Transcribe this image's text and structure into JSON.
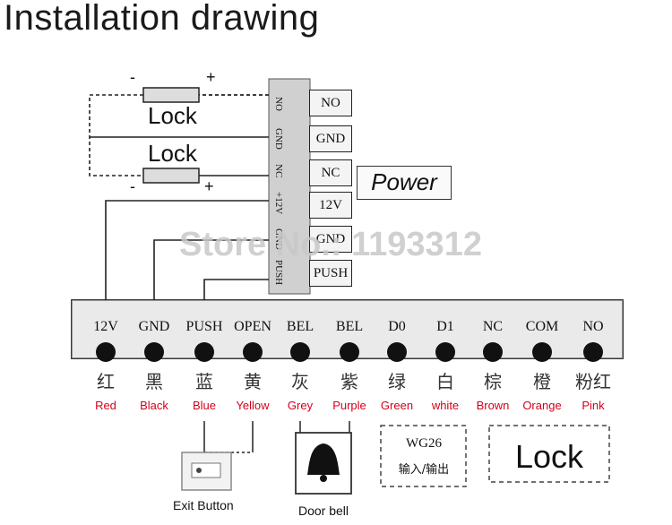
{
  "title": "Installation drawing",
  "top_terminals": [
    "NO",
    "GND",
    "NC",
    "12V",
    "GND",
    "PUSH"
  ],
  "board_side_labels": [
    "NO",
    "GND",
    "NC",
    "+12V",
    "GND",
    "PUSH"
  ],
  "power_label": "Power",
  "locks": [
    {
      "label": "Lock",
      "minus": "-",
      "plus": "+"
    },
    {
      "label": "Lock",
      "minus": "-",
      "plus": "+"
    }
  ],
  "watermark": "Store No.: 1193312",
  "strip_terminals": [
    {
      "code": "12V",
      "cn": "红",
      "en": "Red"
    },
    {
      "code": "GND",
      "cn": "黑",
      "en": "Black"
    },
    {
      "code": "PUSH",
      "cn": "蓝",
      "en": "Blue"
    },
    {
      "code": "OPEN",
      "cn": "黄",
      "en": "Yellow"
    },
    {
      "code": "BEL",
      "cn": "灰",
      "en": "Grey"
    },
    {
      "code": "BEL",
      "cn": "紫",
      "en": "Purple"
    },
    {
      "code": "D0",
      "cn": "绿",
      "en": "Green"
    },
    {
      "code": "D1",
      "cn": "白",
      "en": "white"
    },
    {
      "code": "NC",
      "cn": "棕",
      "en": "Brown"
    },
    {
      "code": "COM",
      "cn": "橙",
      "en": "Orange"
    },
    {
      "code": "NO",
      "cn": "粉红",
      "en": "Pink"
    }
  ],
  "wg26_title": "WG26",
  "wg26_sub": "输入/输出",
  "bottom_lock": "Lock",
  "exit_button": "Exit Button",
  "door_bell": "Door bell",
  "colors": {
    "wire_label": "#d4001a",
    "line": "#222222",
    "board": "#d8d8d8"
  }
}
